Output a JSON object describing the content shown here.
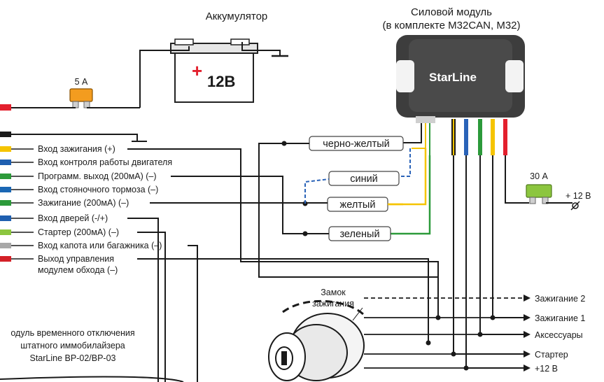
{
  "titles": {
    "battery": "Аккумулятор",
    "power_module_line1": "Силовой модуль",
    "power_module_line2": "(в комплекте M32CAN, M32)",
    "module_brand": "StarLine",
    "battery_voltage": "12В",
    "battery_plus": "+",
    "fuse_5a": "5 А",
    "fuse_30a": "30 А",
    "plus12_right": "+ 12 В",
    "ignition_lock_line1": "Замок",
    "ignition_lock_line2": "зажигания",
    "immobilizer_line1": "одуль временного отключения",
    "immobilizer_line2": "штатного иммобилайзера",
    "immobilizer_line3": "StarLine BP-02/BP-03"
  },
  "connector_items": [
    {
      "label": "Вход зажигания (+)",
      "color": "#f5c400"
    },
    {
      "label": "Вход контроля работы двигателя",
      "color": "#1f5fb0"
    },
    {
      "label": "Программ. выход (200мА) (–)",
      "color": "#2c9a3a"
    },
    {
      "label": "Вход стояночного тормоза (–)",
      "color": "#1a67b4"
    },
    {
      "label": "Зажигание (200мА) (–)",
      "color": "#2c9a3a"
    },
    {
      "label": "Вход дверей (-/+)",
      "color": "#1f5fb0"
    },
    {
      "label": "Стартер (200мА) (–)",
      "color": "#8cc63f"
    },
    {
      "label": "Вход капота или багажника (–)",
      "color": "#a8a8a8"
    },
    {
      "label": "Выход управления",
      "color": "#d42027"
    },
    {
      "label": "модулем обхода (–)",
      "color": ""
    }
  ],
  "wire_labels": {
    "black_yellow": "черно-желтый",
    "blue": "синий",
    "yellow": "желтый",
    "green": "зеленый"
  },
  "ignition_outputs": [
    "Зажигание 2",
    "Зажигание 1",
    "Аксессуары",
    "Стартер",
    "+12 В"
  ],
  "colors": {
    "red": "#e3202d",
    "black": "#1a1a1a",
    "yellow": "#f5c400",
    "blue": "#2a63b8",
    "green": "#2c9a3a",
    "fuse_orange": "#f39c1f",
    "fuse_green": "#8cc63f",
    "module_body": "#3d3d3d"
  }
}
